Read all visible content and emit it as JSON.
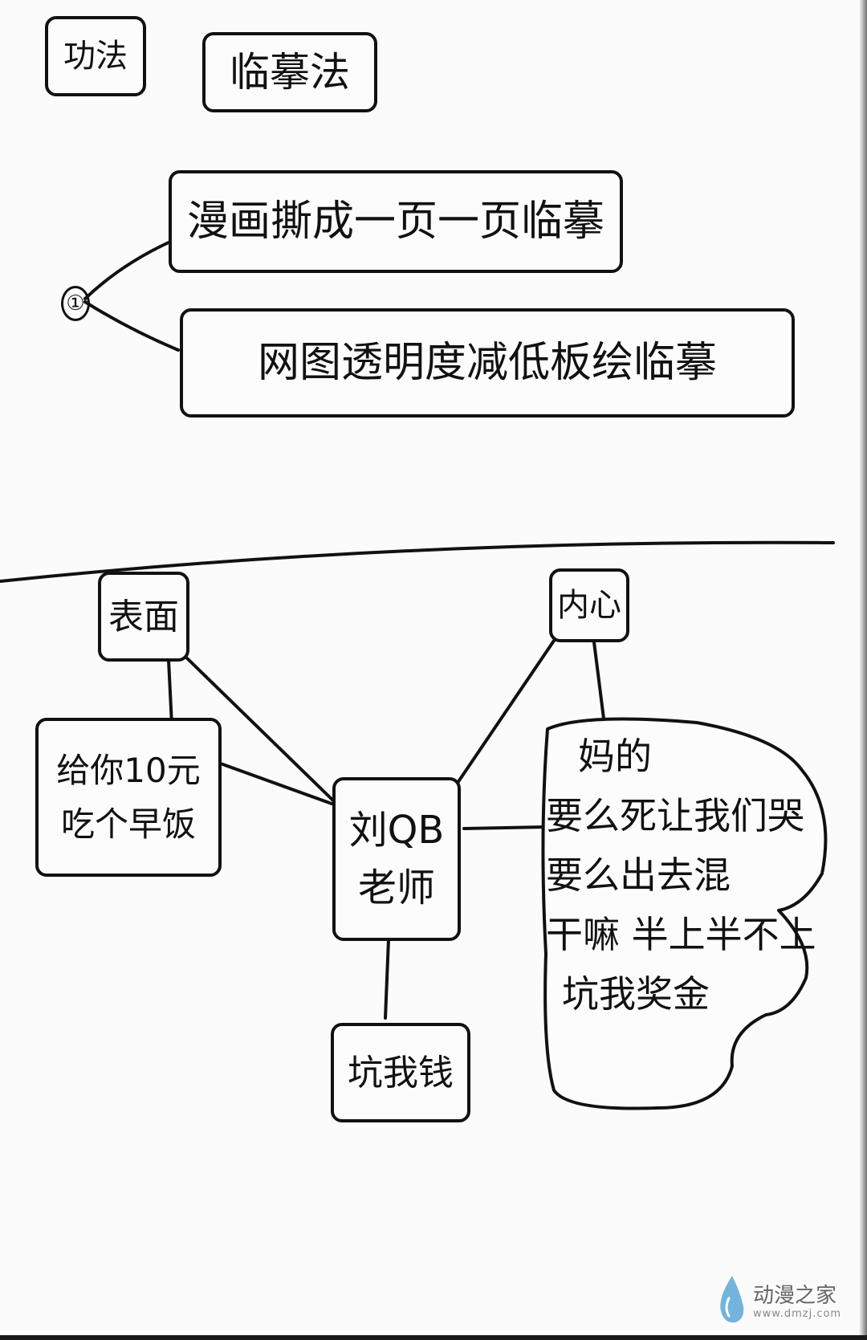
{
  "header": {
    "tag_gongfa": "功法",
    "tag_linmofa": "临摹法"
  },
  "method_marker": "①",
  "methods": [
    "漫画撕成一页一页临摹",
    "网图透明度减低板绘临摹"
  ],
  "diagram": {
    "center": [
      "刘QB",
      "老师"
    ],
    "surface_label": "表面",
    "surface_text": [
      "给你10元",
      "吃个早饭"
    ],
    "inner_label": "内心",
    "inner_text": [
      "妈的",
      "要么死让我们哭",
      "要么出去混",
      "干嘛 半上半不上",
      "坑我奖金"
    ],
    "bottom_text": "坑我钱"
  },
  "watermark": {
    "title": "动漫之家",
    "url": "www.dmzj.com"
  },
  "icons": [
    "water-drop-icon"
  ],
  "colors": {
    "ink": "#111111",
    "paper": "#fbfbfb",
    "watermark": "#5aa7d6"
  }
}
